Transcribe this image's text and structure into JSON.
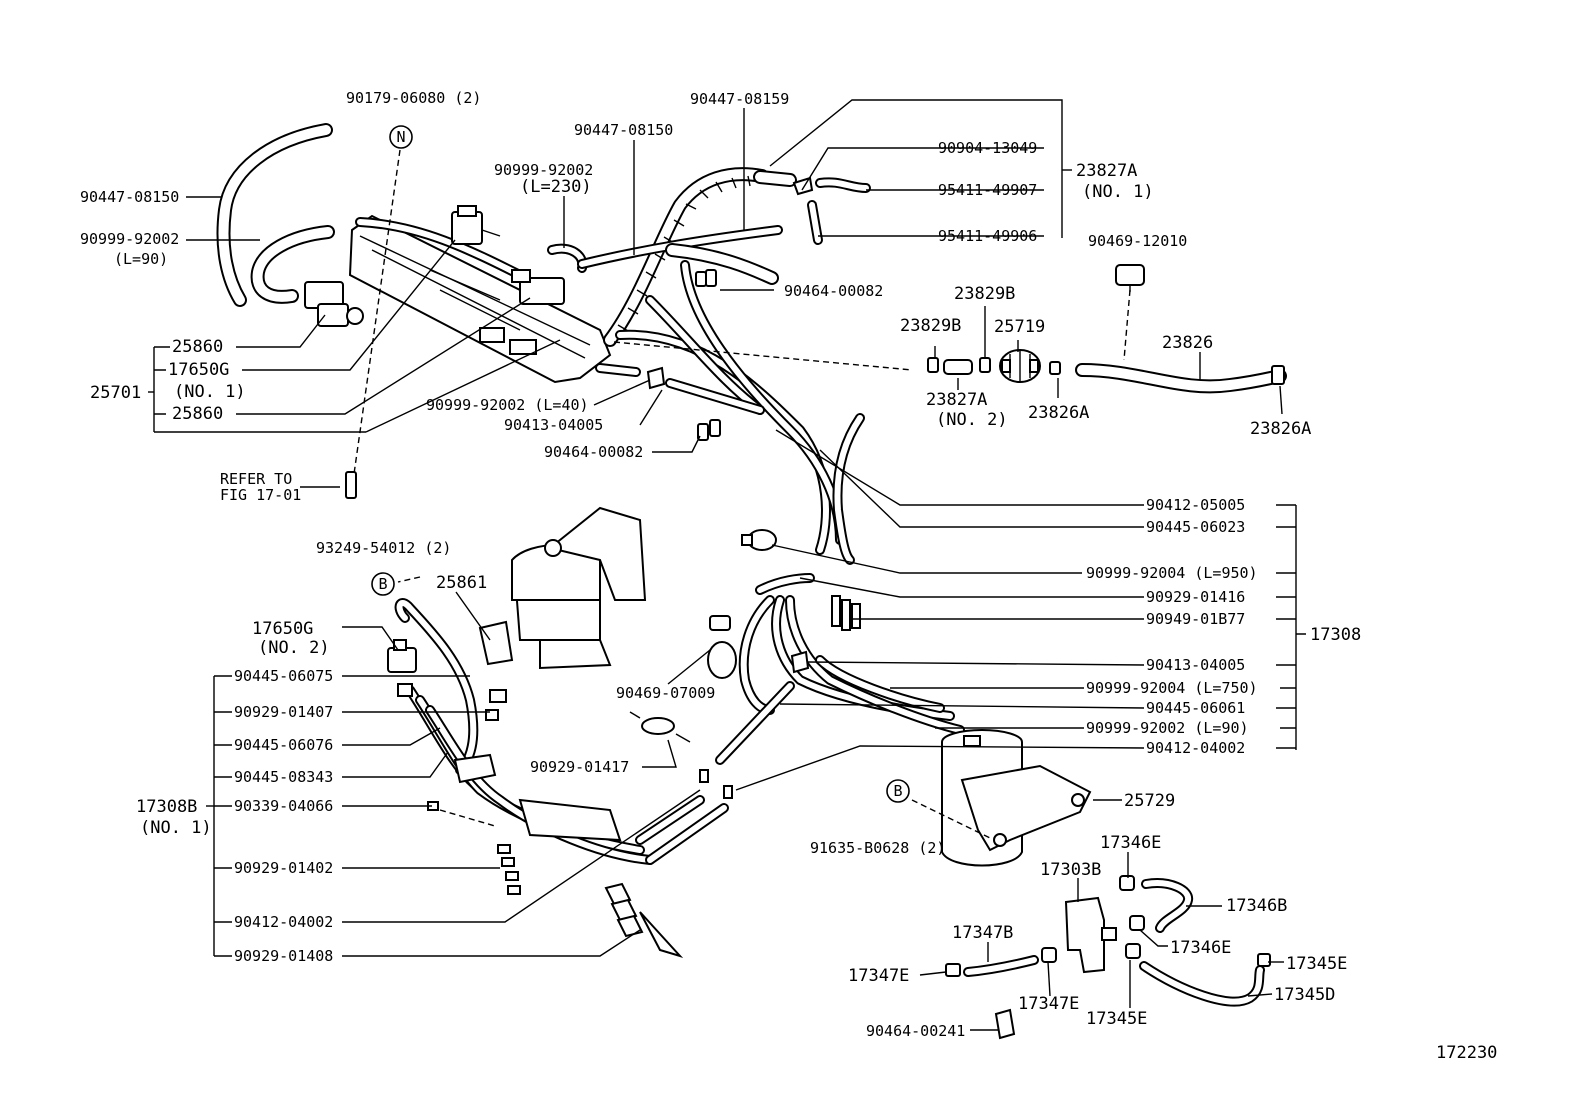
{
  "figure_number": "172230",
  "markers": {
    "n": "N",
    "b": "B"
  },
  "labels": {
    "l_90179_06080": "90179-06080 (2)",
    "l_90447_08150_a": "90447-08150",
    "l_90999_92002_a": "90999-92002",
    "l_l90_a": "(L=90)",
    "l_25860_a": "25860",
    "l_17650g": "17650G",
    "l_no1_a": "(NO. 1)",
    "l_25701": "25701",
    "l_25860_b": "25860",
    "l_refer_to": "REFER TO",
    "l_fig_17_01": "FIG 17-01",
    "l_90447_08150_b": "90447-08150",
    "l_90999_92002_b": "90999-92002",
    "l_l230": "(L=230)",
    "l_90447_08159": "90447-08159",
    "l_90904_13049": "90904-13049",
    "l_95411_49907": "95411-49907",
    "l_95411_49906": "95411-49906",
    "l_23827a": "23827A",
    "l_no1_b": "(NO. 1)",
    "l_90469_12010": "90469-12010",
    "l_90464_00082_a": "90464-00082",
    "l_23829b_a": "23829B",
    "l_23829b_b": "23829B",
    "l_25719": "25719",
    "l_23826": "23826",
    "l_23827a_2": "23827A",
    "l_no2_a": "(NO. 2)",
    "l_23826a_a": "23826A",
    "l_23826a_b": "23826A",
    "l_90999_92002_l40": "90999-92002 (L=40)",
    "l_90413_04005_a": "90413-04005",
    "l_90464_00082_b": "90464-00082",
    "l_90412_05005": "90412-05005",
    "l_90445_06023": "90445-06023",
    "l_90999_92004_l950": "90999-92004 (L=950)",
    "l_90929_01416": "90929-01416",
    "l_90949_01b77": "90949-01B77",
    "l_17308": "17308",
    "l_90413_04005_b": "90413-04005",
    "l_90999_92004_l750": "90999-92004 (L=750)",
    "l_90445_06061": "90445-06061",
    "l_90999_92002_l90": "90999-92002 (L=90)",
    "l_90412_04002_a": "90412-04002",
    "l_93249_54012": "93249-54012 (2)",
    "l_25861": "25861",
    "l_17650g_2": "17650G",
    "l_no2_b": "(NO. 2)",
    "l_90445_06075": "90445-06075",
    "l_90929_01407": "90929-01407",
    "l_90445_06076": "90445-06076",
    "l_90445_08343": "90445-08343",
    "l_17308b": "17308B",
    "l_no1_c": "(NO. 1)",
    "l_90339_04066": "90339-04066",
    "l_90929_01402": "90929-01402",
    "l_90412_04002_b": "90412-04002",
    "l_90929_01408": "90929-01408",
    "l_90469_07009": "90469-07009",
    "l_90929_01417": "90929-01417",
    "l_25729": "25729",
    "l_91635_b0628": "91635-B0628 (2)",
    "l_17346e_a": "17346E",
    "l_17303b": "17303B",
    "l_17346b": "17346B",
    "l_17347b": "17347B",
    "l_17346e_b": "17346E",
    "l_17347e_a": "17347E",
    "l_17345e_a": "17345E",
    "l_17345d": "17345D",
    "l_17347e_b": "17347E",
    "l_17345e_b": "17345E",
    "l_90464_00241": "90464-00241"
  }
}
